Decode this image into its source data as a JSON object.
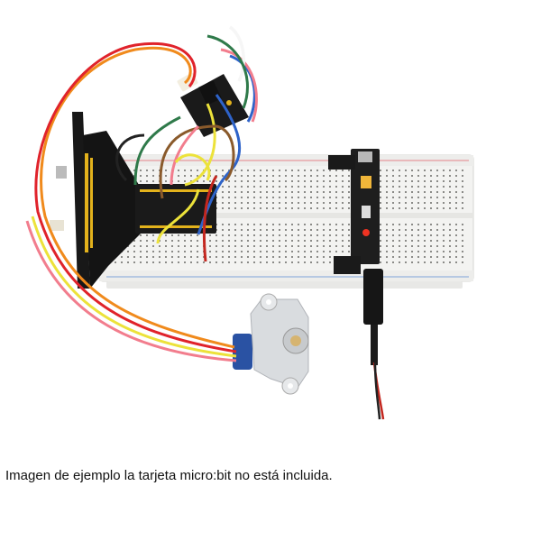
{
  "caption": "Imagen de ejemplo la tarjeta micro:bit no está incluida.",
  "photo": {
    "subjects": [
      "breadboard",
      "micro:bit expansion board",
      "power supply module",
      "stepper motor",
      "motor driver board",
      "jumper wires",
      "DC power jack"
    ],
    "colors": {
      "breadboard": "#f4f4f2",
      "pcb": "#1b1b1b",
      "pcb_yellow": "#e3b21c",
      "motor_body": "#d9dcdf",
      "motor_cap": "#2a52a3",
      "wire_red": "#e0232b",
      "wire_orange": "#f08a1c",
      "wire_yellow": "#ece23a",
      "wire_blue": "#2e63c9",
      "wire_pink": "#f27d8d",
      "wire_green": "#2f7a4a",
      "wire_brown": "#8a5a2b",
      "wire_white": "#f6f6f6",
      "wire_black": "#222222"
    }
  }
}
